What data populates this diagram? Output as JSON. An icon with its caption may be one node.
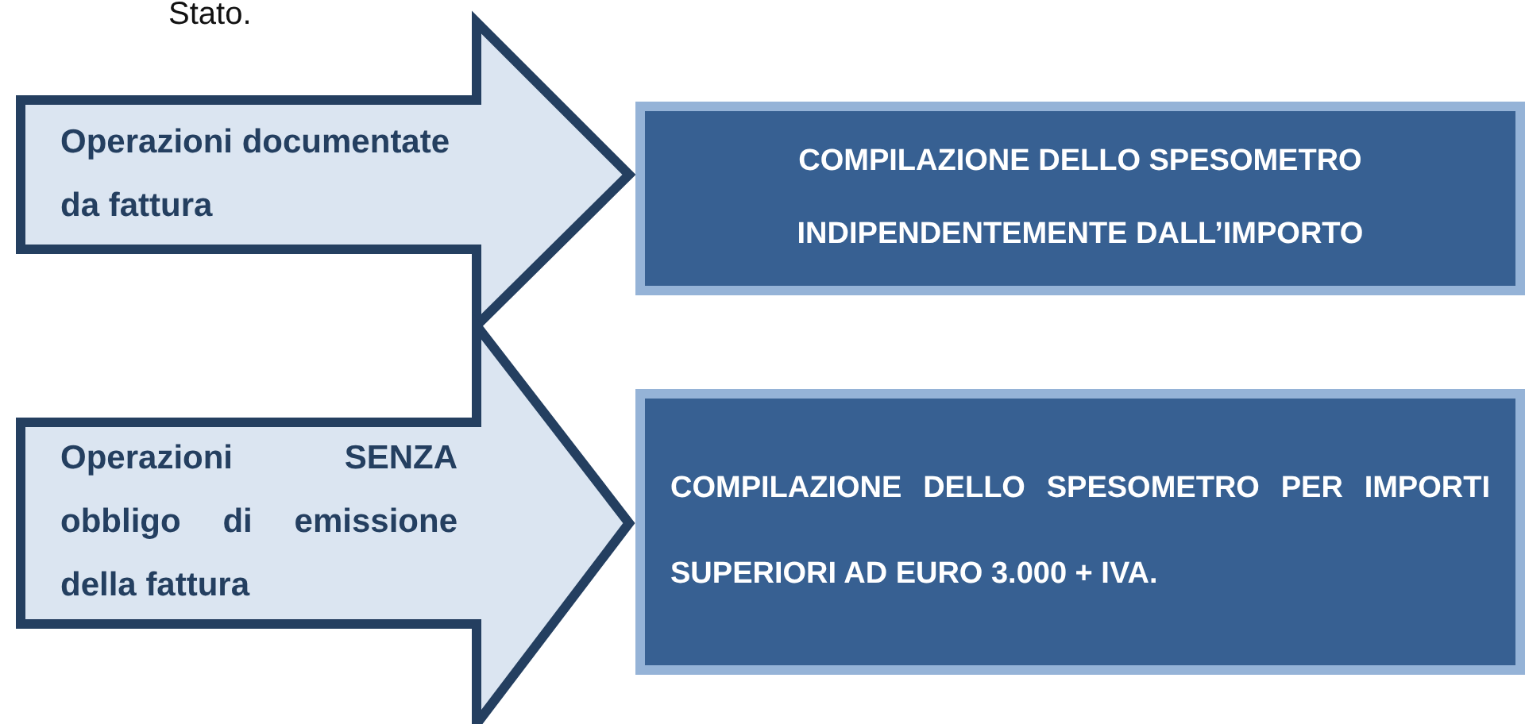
{
  "diagram": {
    "nodes": [
      {
        "text": [
          "Operazioni documentate da fattura"
        ]
      },
      {
        "text": [
          "COMPILAZIONE DELLO SPESOMETRO INDIPENDENTEMENTE DALL’IMPORTO"
        ]
      },
      {
        "text": [
          "Operazioni SENZA obbligo di emissione della fattura"
        ]
      },
      {
        "text": [
          "COMPILAZIONE DELLO SPESOMETRO PER IMPORTI SUPERIORI AD EURO 3.000 + IVA."
        ]
      }
    ],
    "edges": [
      {
        "from": 0,
        "to": 1,
        "arrow": "to"
      },
      {
        "from": 2,
        "to": 3,
        "arrow": "to"
      }
    ],
    "labels": [
      "Stato."
    ]
  }
}
